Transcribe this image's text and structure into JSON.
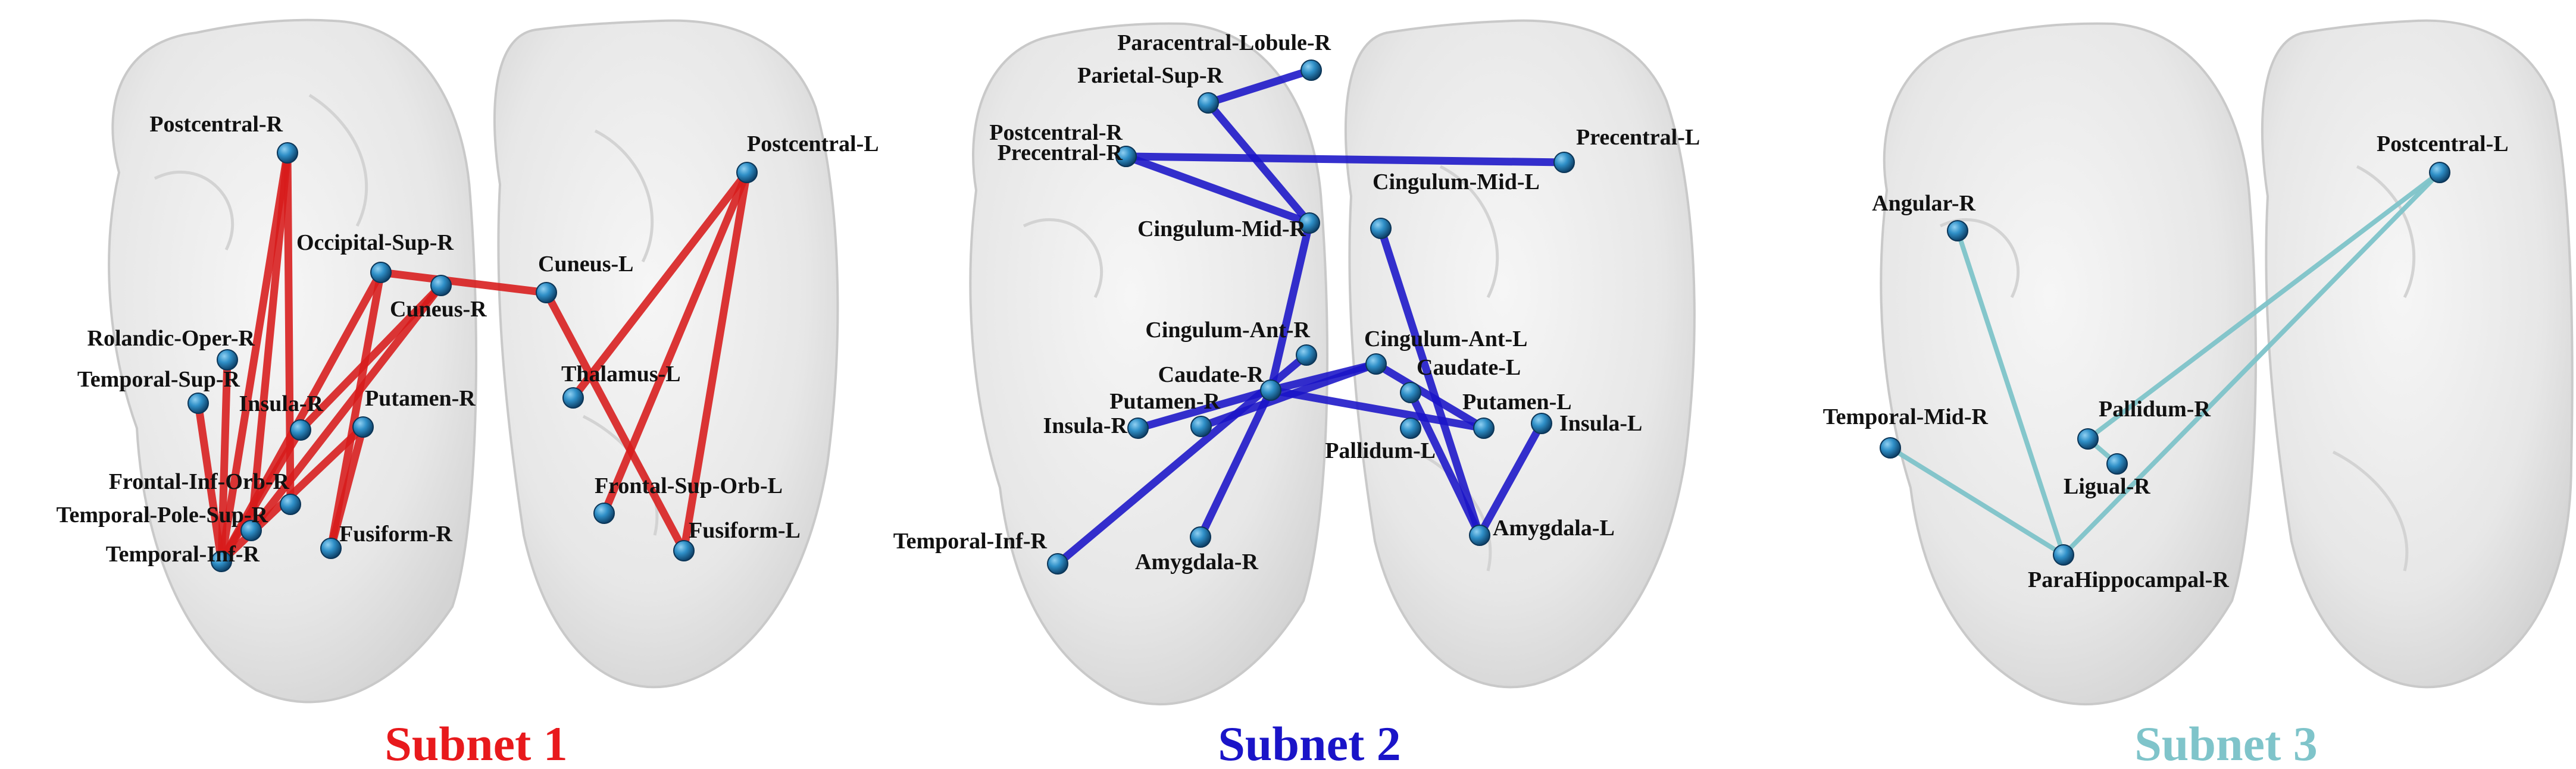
{
  "panels": [
    {
      "title": "Subnet 1",
      "color": "#e8191c",
      "edge_color": "#d81b1b",
      "nodes": [
        {
          "id": "postcentral_r",
          "label": "Postcentral-R"
        },
        {
          "id": "occipital_sup_r",
          "label": "Occipital-Sup-R"
        },
        {
          "id": "cuneus_r",
          "label": "Cuneus-R"
        },
        {
          "id": "cuneus_l",
          "label": "Cuneus-L"
        },
        {
          "id": "postcentral_l",
          "label": "Postcentral-L"
        },
        {
          "id": "rolandic_oper_r",
          "label": "Rolandic-Oper-R"
        },
        {
          "id": "temporal_sup_r",
          "label": "Temporal-Sup-R"
        },
        {
          "id": "insula_r",
          "label": "Insula-R"
        },
        {
          "id": "putamen_r",
          "label": "Putamen-R"
        },
        {
          "id": "thalamus_l",
          "label": "Thalamus-L"
        },
        {
          "id": "frontal_inf_orb_r",
          "label": "Frontal-Inf-Orb-R"
        },
        {
          "id": "temporal_pole_sup_r",
          "label": "Temporal-Pole-Sup-R"
        },
        {
          "id": "temporal_inf_r",
          "label": "Temporal-Inf-R"
        },
        {
          "id": "fusiform_r",
          "label": "Fusiform-R"
        },
        {
          "id": "frontal_sup_orb_l",
          "label": "Frontal-Sup-Orb-L"
        },
        {
          "id": "fusiform_l",
          "label": "Fusiform-L"
        }
      ],
      "edges": [
        [
          "postcentral_r",
          "temporal_inf_r"
        ],
        [
          "postcentral_r",
          "temporal_pole_sup_r"
        ],
        [
          "postcentral_r",
          "frontal_inf_orb_r"
        ],
        [
          "rolandic_oper_r",
          "temporal_inf_r"
        ],
        [
          "temporal_sup_r",
          "temporal_inf_r"
        ],
        [
          "insula_r",
          "temporal_inf_r"
        ],
        [
          "occipital_sup_r",
          "temporal_inf_r"
        ],
        [
          "occipital_sup_r",
          "fusiform_r"
        ],
        [
          "occipital_sup_r",
          "cuneus_l"
        ],
        [
          "cuneus_r",
          "temporal_pole_sup_r"
        ],
        [
          "cuneus_r",
          "insula_r"
        ],
        [
          "putamen_r",
          "temporal_inf_r"
        ],
        [
          "putamen_r",
          "fusiform_r"
        ],
        [
          "cuneus_l",
          "fusiform_l"
        ],
        [
          "postcentral_l",
          "thalamus_l"
        ],
        [
          "postcentral_l",
          "frontal_sup_orb_l"
        ],
        [
          "postcentral_l",
          "fusiform_l"
        ]
      ]
    },
    {
      "title": "Subnet 2",
      "color": "#1a14c8",
      "edge_color": "#1a14c8",
      "nodes": [
        {
          "id": "paracentral_lobule_r",
          "label": "Paracentral-Lobule-R"
        },
        {
          "id": "parietal_sup_r",
          "label": "Parietal-Sup-R"
        },
        {
          "id": "postcentral_r",
          "label": "Postcentral-R"
        },
        {
          "id": "precentral_r",
          "label": "Precentral-R"
        },
        {
          "id": "precentral_l",
          "label": "Precentral-L"
        },
        {
          "id": "cingulum_mid_r",
          "label": "Cingulum-Mid-R"
        },
        {
          "id": "cingulum_mid_l",
          "label": "Cingulum-Mid-L"
        },
        {
          "id": "cingulum_ant_r",
          "label": "Cingulum-Ant-R"
        },
        {
          "id": "caudate_r",
          "label": "Caudate-R"
        },
        {
          "id": "putamen_r",
          "label": "Putamen-R"
        },
        {
          "id": "insula_r",
          "label": "Insula-R"
        },
        {
          "id": "cingulum_ant_l",
          "label": "Cingulum-Ant-L"
        },
        {
          "id": "caudate_l",
          "label": "Caudate-L"
        },
        {
          "id": "putamen_l",
          "label": "Putamen-L"
        },
        {
          "id": "insula_l",
          "label": "Insula-L"
        },
        {
          "id": "pallidum_l",
          "label": "Pallidum-L"
        },
        {
          "id": "temporal_inf_r",
          "label": "Temporal-Inf-R"
        },
        {
          "id": "amygdala_r",
          "label": "Amygdala-R"
        },
        {
          "id": "amygdala_l",
          "label": "Amygdala-L"
        }
      ],
      "edges": [
        [
          "paracentral_lobule_r",
          "parietal_sup_r"
        ],
        [
          "parietal_sup_r",
          "cingulum_mid_r"
        ],
        [
          "precentral_r",
          "precentral_l"
        ],
        [
          "precentral_r",
          "cingulum_mid_r"
        ],
        [
          "cingulum_mid_r",
          "caudate_r"
        ],
        [
          "cingulum_mid_l",
          "amygdala_l"
        ],
        [
          "cingulum_ant_r",
          "temporal_inf_r"
        ],
        [
          "caudate_r",
          "amygdala_r"
        ],
        [
          "caudate_r",
          "cingulum_ant_l"
        ],
        [
          "caudate_r",
          "putamen_l"
        ],
        [
          "putamen_r",
          "cingulum_ant_l"
        ],
        [
          "insula_r",
          "caudate_r"
        ],
        [
          "cingulum_ant_l",
          "putamen_l"
        ],
        [
          "caudate_l",
          "amygdala_l"
        ],
        [
          "insula_l",
          "amygdala_l"
        ]
      ]
    },
    {
      "title": "Subnet 3",
      "color": "#7fc4ca",
      "edge_color": "#7fc4ca",
      "nodes": [
        {
          "id": "postcentral_l",
          "label": "Postcentral-L"
        },
        {
          "id": "angular_r",
          "label": "Angular-R"
        },
        {
          "id": "temporal_mid_r",
          "label": "Temporal-Mid-R"
        },
        {
          "id": "pallidum_r",
          "label": "Pallidum-R"
        },
        {
          "id": "ligual_r",
          "label": "Ligual-R"
        },
        {
          "id": "parahippocampal_r",
          "label": "ParaHippocampal-R"
        }
      ],
      "edges": [
        [
          "angular_r",
          "parahippocampal_r"
        ],
        [
          "temporal_mid_r",
          "parahippocampal_r"
        ],
        [
          "postcentral_l",
          "parahippocampal_r"
        ],
        [
          "postcentral_l",
          "pallidum_r"
        ],
        [
          "pallidum_r",
          "ligual_r"
        ]
      ]
    }
  ]
}
